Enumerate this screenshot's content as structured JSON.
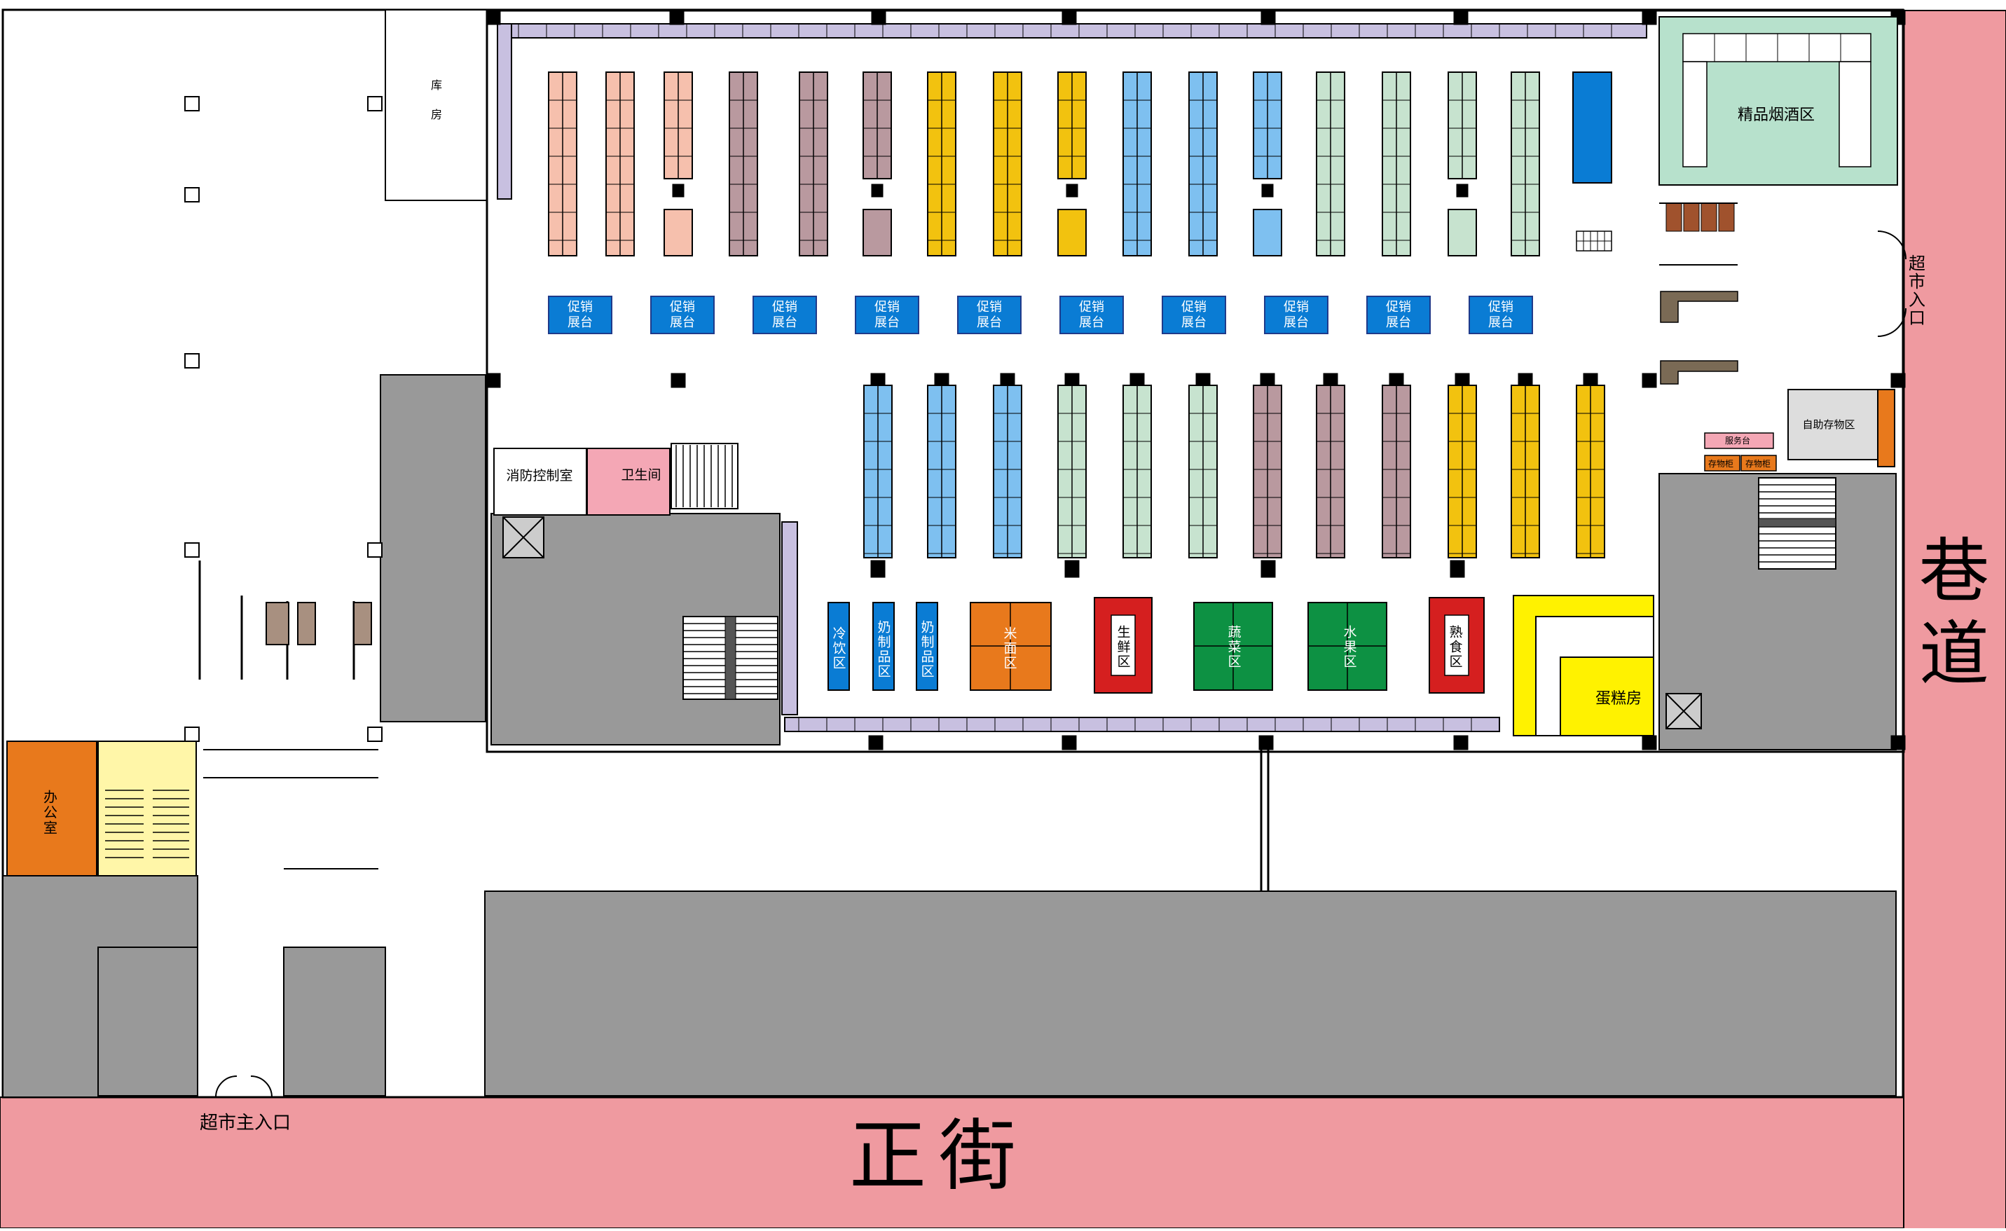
{
  "title": "",
  "palette": {
    "street": "#ef9aa0",
    "gray_block": "#999999",
    "orange": "#e8791c",
    "light_yellow": "#fff6a8",
    "mint": "#b7e1cc",
    "blue": "#0a7cd4",
    "light_blue": "#7ec0f0",
    "salmon": "#f6c0ad",
    "mauve": "#b9999f",
    "yellow": "#f2c20f",
    "sage": "#c7e3cf",
    "lavender": "#c8c0e0",
    "red": "#d51f1f",
    "green": "#0d9143",
    "bright_yellow": "#fff200",
    "pink": "#f4a7b5"
  },
  "map": {
    "streets": {
      "main_street": "正街",
      "alley": "巷道"
    },
    "entrances": {
      "main_entrance": "超市主入口",
      "side_entrance": "超市入口"
    },
    "rooms": {
      "warehouse": "库房",
      "fire_control": "消防控制室",
      "restroom": "卫生间",
      "office": "办公室",
      "tobacco_wine": "精品烟酒区",
      "self_storage": "自助存物区",
      "service_desk": "服务台",
      "locker_1": "存物柜",
      "locker_2": "存物柜",
      "bakery": "蛋糕房"
    },
    "promo_tables": [
      "促销\n展台",
      "促销\n展台",
      "促销\n展台",
      "促销\n展台",
      "促销\n展台",
      "促销\n展台",
      "促销\n展台",
      "促销\n展台",
      "促销\n展台",
      "促销\n展台"
    ],
    "zones": {
      "cold_drinks": "冷饮区",
      "dairy_1": "奶制品区",
      "dairy_2": "奶制品区",
      "rice_noodle": "米面区",
      "fresh": "生鲜区",
      "vegetables": "蔬菜区",
      "fruit": "水果区",
      "deli": "熟食区"
    }
  }
}
